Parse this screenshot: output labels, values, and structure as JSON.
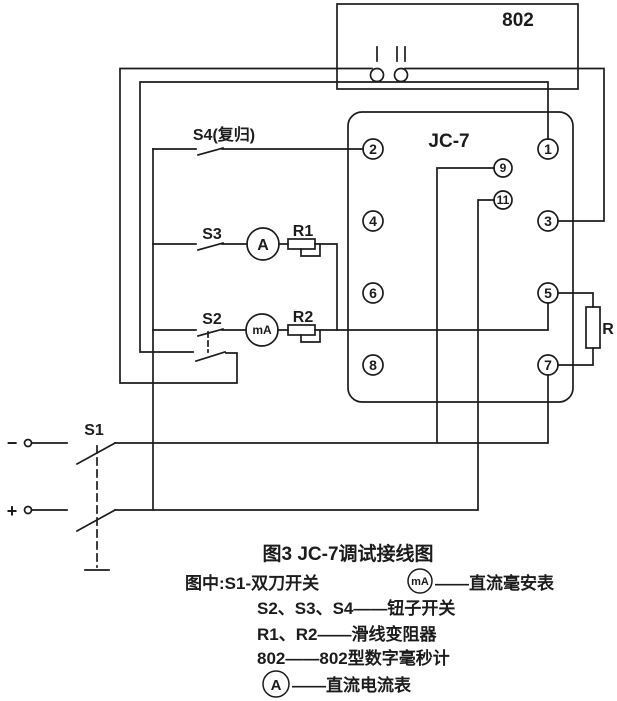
{
  "colors": {
    "ink": "#1c1c1c",
    "background": "#ffffff"
  },
  "msec_meter": {
    "label": "802",
    "terminal_i": "I",
    "terminal_ii": "II"
  },
  "relay": {
    "label": "JC-7",
    "terminals_left": [
      "2",
      "4",
      "6",
      "8"
    ],
    "terminals_right": [
      "1",
      "3",
      "5",
      "7"
    ],
    "terminals_mid": [
      "9",
      "11"
    ]
  },
  "switches": {
    "s1": "S1",
    "s2": "S2",
    "s3": "S3",
    "s4": "S4(复归)"
  },
  "meters": {
    "ammeter": "A",
    "milliammeter": "mA"
  },
  "resistors": {
    "r1": "R1",
    "r2": "R2",
    "r": "R"
  },
  "polarity": {
    "minus": "−",
    "plus": "+"
  },
  "caption": {
    "title": "图3  JC-7调试接线图",
    "line1_left": "图中:S1-双刀开关",
    "line1_symbol": "mA",
    "line1_right": "——直流毫安表",
    "line2": "S2、S3、S4——钮子开关",
    "line3": "R1、R2——滑线变阻器",
    "line4": "802——802型数字毫秒计",
    "line5_symbol": "A",
    "line5_right": "——直流电流表"
  }
}
